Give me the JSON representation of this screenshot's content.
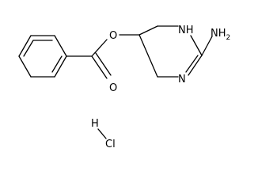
{
  "molecule": {
    "atoms": {
      "ester_oxygen": "O",
      "carbonyl_oxygen": "O",
      "ring_nh": "NH",
      "ring_n": "N",
      "amine": "NH",
      "amine_subscript": "2",
      "hydrogen": "H",
      "chlorine": "Cl"
    }
  },
  "colors": {
    "bonds": "#000000",
    "labels": "#000000",
    "background": "#ffffff"
  }
}
